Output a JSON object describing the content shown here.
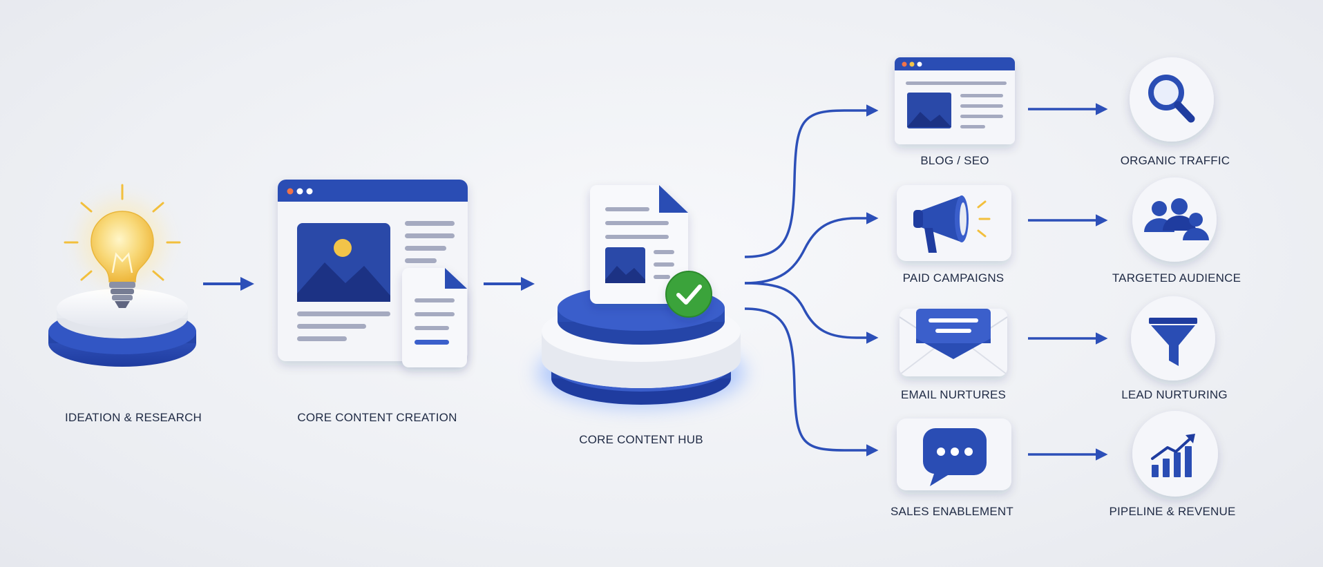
{
  "stages": {
    "ideation": "IDEATION & RESEARCH",
    "creation": "CORE CONTENT CREATION",
    "hub": "CORE CONTENT HUB"
  },
  "channels": [
    {
      "label": "BLOG / SEO",
      "icon": "browser-page-icon"
    },
    {
      "label": "PAID CAMPAIGNS",
      "icon": "megaphone-icon"
    },
    {
      "label": "EMAIL NURTURES",
      "icon": "envelope-icon"
    },
    {
      "label": "SALES ENABLEMENT",
      "icon": "chat-bubble-icon"
    }
  ],
  "outcomes": [
    {
      "label": "ORGANIC TRAFFIC",
      "icon": "magnifier-icon"
    },
    {
      "label": "TARGETED AUDIENCE",
      "icon": "people-icon"
    },
    {
      "label": "LEAD NURTURING",
      "icon": "funnel-icon"
    },
    {
      "label": "PIPELINE & REVENUE",
      "icon": "growth-chart-icon"
    }
  ],
  "colors": {
    "primary": "#2c4fb8",
    "dark_blue": "#1d3a9e",
    "bulb": "#f7c64a",
    "check": "#3aa33a",
    "text": "#1f2a44"
  }
}
